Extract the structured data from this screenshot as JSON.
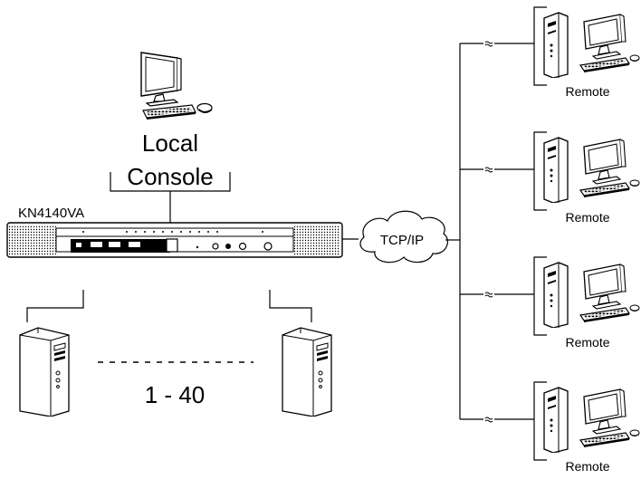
{
  "local_console": {
    "line1": "Local",
    "line2": "Console"
  },
  "device": {
    "model": "KN4140VA"
  },
  "network": {
    "label": "TCP/IP"
  },
  "servers": {
    "range_label": "1 - 40"
  },
  "remotes": [
    {
      "label": "Remote"
    },
    {
      "label": "Remote"
    },
    {
      "label": "Remote"
    },
    {
      "label": "Remote"
    }
  ],
  "break_symbol": "≈",
  "colors": {
    "line": "#000000",
    "background": "#ffffff"
  }
}
